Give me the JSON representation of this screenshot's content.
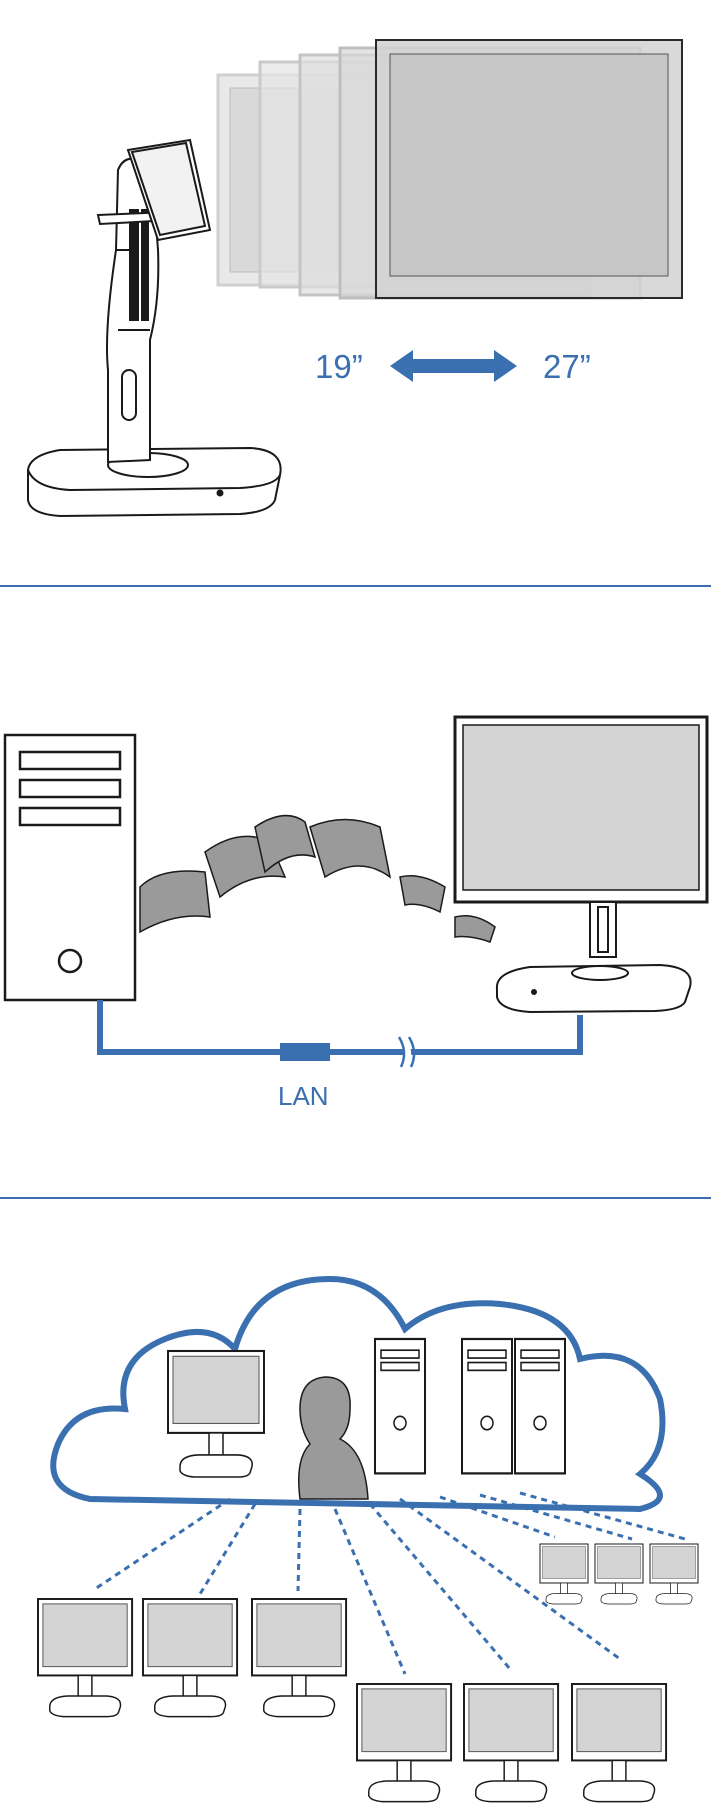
{
  "mount": {
    "size_min": "19”",
    "size_max": "27”"
  },
  "network": {
    "cable_label": "LAN"
  },
  "colors": {
    "accent_blue": "#3a6fb0",
    "screen_gray": "#d4d4d4",
    "paper_gray": "#9a9a9a",
    "line_dark": "#1a1a1a"
  }
}
